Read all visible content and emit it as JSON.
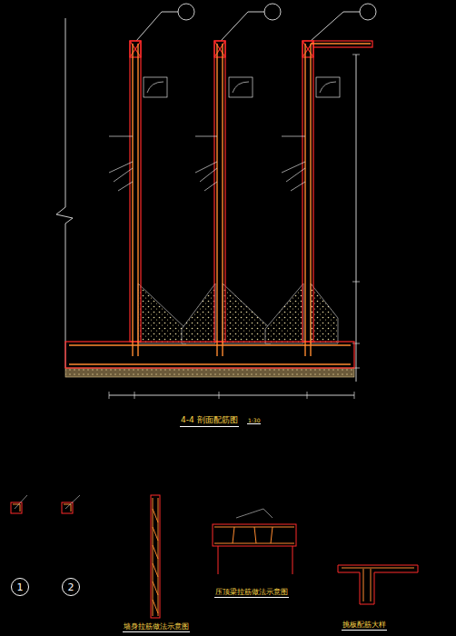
{
  "diagram": {
    "nodes": [
      {
        "text": [
          "1"
        ]
      },
      {
        "text": [
          "2"
        ]
      }
    ],
    "labels": [
      "4-4 剖面配筋图",
      "1:30",
      "墙身拉筋做法示意图",
      "压顶梁拉筋做法示意图",
      "挑板配筋大样"
    ]
  }
}
